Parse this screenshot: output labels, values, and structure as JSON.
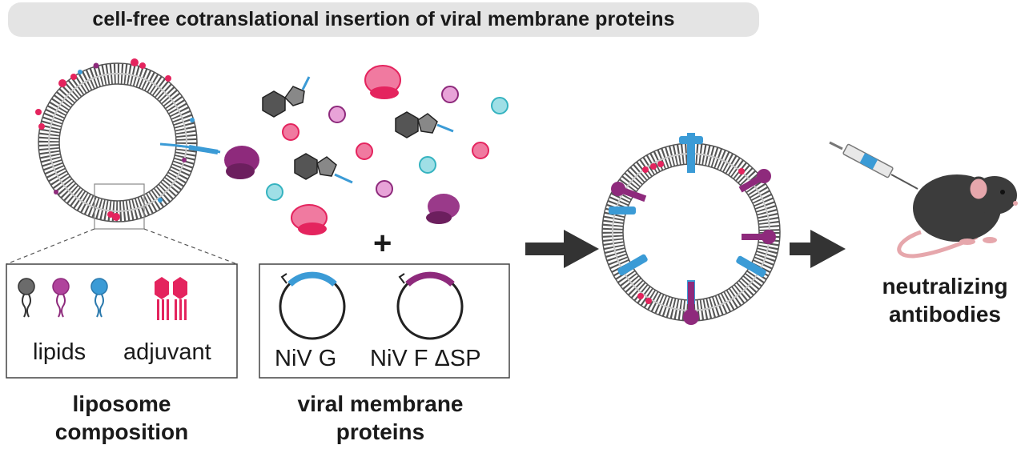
{
  "title": "cell-free cotranslational insertion of viral membrane proteins",
  "plus_sign": "+",
  "composition_panel": {
    "lipids_label": "lipids",
    "adjuvant_label": "adjuvant",
    "caption_line1": "liposome",
    "caption_line2": "composition"
  },
  "protein_panel": {
    "plasmid1_label": "NiV G",
    "plasmid2_label": "NiV F ΔSP",
    "caption_line1": "viral membrane",
    "caption_line2": "proteins"
  },
  "outcome": {
    "line1": "neutralizing",
    "line2": "antibodies"
  },
  "colors": {
    "pink": "#e4245e",
    "magenta": "#8e2a7c",
    "blue": "#3b9bd6",
    "gray": "#6b6b6b",
    "arrow": "#333333",
    "teal": "#35b3c0"
  }
}
